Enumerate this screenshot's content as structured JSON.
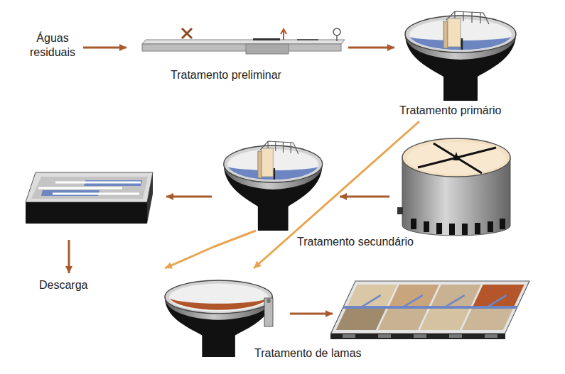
{
  "diagram": {
    "nodes": [
      {
        "text": [
          "Águas residuais"
        ]
      },
      {
        "text": [
          "Tratamento preliminar"
        ]
      },
      {
        "text": [
          "Tratamento primário"
        ]
      },
      {
        "text": [
          "Tratamento secundário"
        ]
      },
      {
        "text": [
          "Descarga"
        ]
      },
      {
        "text": [
          "Tratamento de lamas"
        ]
      }
    ],
    "edges": [
      {
        "from": 0,
        "to": 1,
        "arrow": "to"
      },
      {
        "from": 1,
        "to": 2,
        "arrow": "to"
      },
      {
        "from": 2,
        "to": 5,
        "arrow": "to"
      },
      {
        "from": 3,
        "to": 5,
        "arrow": "to"
      }
    ]
  }
}
